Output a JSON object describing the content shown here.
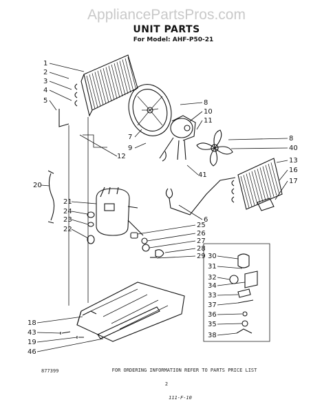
{
  "watermark": "AppliancePartsPros.com",
  "title": "UNIT PARTS",
  "subtitle": "For Model: AHF-P50-21",
  "footer": {
    "ordering_note": "FOR ORDERING INFORMATION REFER TO PARTS PRICE LIST",
    "page_number": "2",
    "code": "877399",
    "handwritten": "111-F-10"
  },
  "callouts": {
    "c1": "1",
    "c2": "2",
    "c3": "3",
    "c4": "4",
    "c5": "5",
    "c6": "6",
    "c7": "7",
    "c8a": "8",
    "c8b": "8",
    "c9": "9",
    "c10": "10",
    "c11": "11",
    "c12": "12",
    "c13": "13",
    "c16": "16",
    "c17": "17",
    "c18": "18",
    "c19": "19",
    "c20": "20",
    "c21": "21",
    "c22": "22",
    "c23": "23",
    "c24": "24",
    "c25": "25",
    "c26": "26",
    "c27": "27",
    "c28": "28",
    "c29": "29",
    "c30": "30",
    "c31": "31",
    "c32": "32",
    "c33": "33",
    "c34": "34",
    "c35": "35",
    "c36": "36",
    "c37": "37",
    "c38": "38",
    "c40": "40",
    "c41": "41",
    "c43": "43",
    "c46": "46"
  }
}
